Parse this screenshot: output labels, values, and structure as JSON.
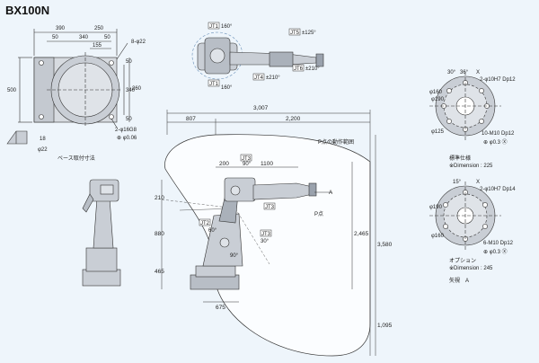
{
  "title": "BX100N",
  "base_view": {
    "dims_top": [
      "390",
      "250",
      "50",
      "340",
      "50",
      "155"
    ],
    "dims_side": [
      "500",
      "340",
      "50",
      "50",
      "260"
    ],
    "hole_label": "8-φ22",
    "pin_label": "2-φ16G8",
    "tol_label": "⊕ φ0.06",
    "base_caption": "ベース取付寸法",
    "small_dims": [
      "18",
      "φ22"
    ]
  },
  "top_view": {
    "labels": [
      "JT1",
      "JT1",
      "JT5",
      "JT4",
      "JT6"
    ],
    "values": [
      "160°",
      "160°",
      "±125°",
      "±210°",
      "±210°"
    ]
  },
  "side_view": {
    "top_dims": [
      "807",
      "3,007",
      "2,200"
    ],
    "mid_dims": [
      "200",
      "1100"
    ],
    "vert_dims": [
      "210",
      "880",
      "465"
    ],
    "right_dims": [
      "2,465",
      "3,580",
      "1,095"
    ],
    "bottom_dim": "675",
    "range_label": "P点の動作範囲",
    "p_label": "P点",
    "arrow_label": "A",
    "jt_labels": [
      "JT3",
      "JT2",
      "JT3",
      "JT3"
    ],
    "angles": [
      "90°",
      "60°",
      "30°",
      "90°"
    ]
  },
  "flange_std": {
    "labels": [
      "2-φ10H7 Dp12",
      "10-M10 Dp12",
      "⊕ φ0.3 Ⓧ"
    ],
    "diameters": [
      "φ160",
      "φ190",
      "φ125",
      "30°",
      "36°",
      "X"
    ],
    "caption": "標準仕様",
    "dimension": "※Dimension : 225"
  },
  "flange_opt": {
    "labels": [
      "2-φ10H7 Dp14",
      "6-M10 Dp12",
      "⊕ φ0.3 Ⓧ"
    ],
    "diameters": [
      "φ190",
      "φ160",
      "15°",
      "X"
    ],
    "caption": "オプション",
    "dimension": "※Dimension : 245"
  },
  "view_label": "矢視　A"
}
